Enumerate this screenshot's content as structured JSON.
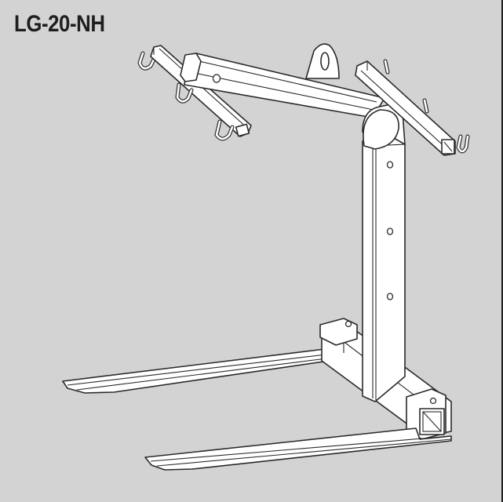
{
  "figure": {
    "title": "LG-20-NH",
    "subject": "pallet-lifting-frame-line-drawing",
    "background_color": "#d3d3d3",
    "line_color": "#2a2a2a",
    "fill_color": "#ffffff",
    "components": [
      {
        "name": "lifting-eye",
        "label": ""
      },
      {
        "name": "top-beam",
        "label": ""
      },
      {
        "name": "left-hook-crossbar",
        "label": ""
      },
      {
        "name": "right-hook-crossbar",
        "label": ""
      },
      {
        "name": "vertical-mast",
        "label": ""
      },
      {
        "name": "base-crossbar",
        "label": ""
      },
      {
        "name": "fork-tine-back",
        "label": ""
      },
      {
        "name": "fork-tine-front",
        "label": ""
      }
    ]
  }
}
